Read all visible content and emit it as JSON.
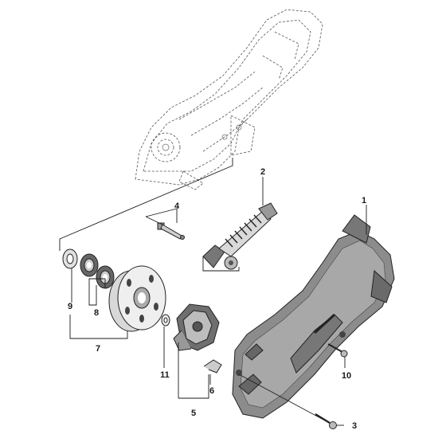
{
  "callouts": [
    {
      "id": "1",
      "label": "1"
    },
    {
      "id": "2",
      "label": "2"
    },
    {
      "id": "3",
      "label": "3"
    },
    {
      "id": "4",
      "label": "4"
    },
    {
      "id": "5",
      "label": "5"
    },
    {
      "id": "6",
      "label": "6"
    },
    {
      "id": "7",
      "label": "7"
    },
    {
      "id": "8",
      "label": "8"
    },
    {
      "id": "9",
      "label": "9"
    },
    {
      "id": "10",
      "label": "10"
    },
    {
      "id": "11",
      "label": "11"
    }
  ],
  "colors": {
    "background": "#ffffff",
    "line": "#1a1a1a",
    "cover_body": "#8c8c8c",
    "metal": "#b5b5b5"
  }
}
